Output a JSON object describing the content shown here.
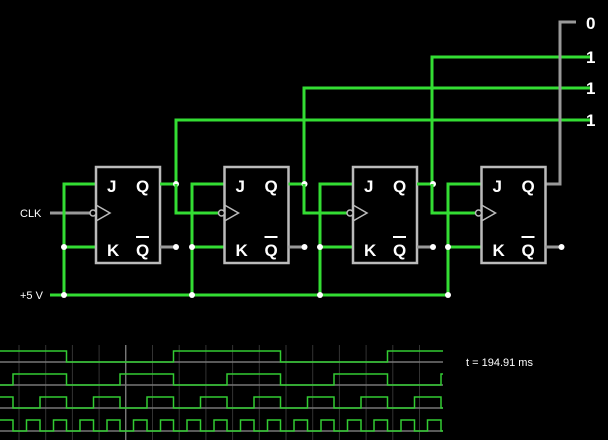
{
  "inputs": {
    "clk_label": "CLK",
    "vcc_label": "+5 V"
  },
  "flipflop_pins": {
    "j": "J",
    "k": "K",
    "q": "Q",
    "qbar": "Q"
  },
  "outputs": [
    "0",
    "1",
    "1",
    "1"
  ],
  "scope": {
    "time_label": "t = 194.91 ms",
    "trace_count": 4,
    "counter_start_value": 11
  },
  "colors": {
    "high": "#33dd33",
    "low": "#999999",
    "background": "#000000"
  }
}
